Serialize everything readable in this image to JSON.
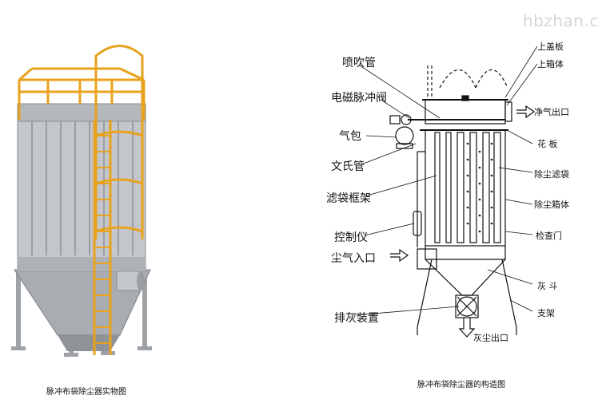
{
  "watermark": "hbzhan.c",
  "photo": {
    "caption": "脉冲布袋除尘器实物图",
    "colors": {
      "ladder": "#e8a21c",
      "body": "#b9bcc0",
      "frame": "#8d9196"
    }
  },
  "diagram": {
    "caption": "脉冲布袋除尘器的构造图",
    "labels_left": [
      "喷吹管",
      "电磁脉冲阀",
      "气包",
      "文氏管",
      "滤袋框架",
      "控制仪",
      "尘气入口",
      "排灰装置"
    ],
    "labels_right": [
      "上盖板",
      "上箱体",
      "净气出口",
      "花 板",
      "除尘滤袋",
      "除尘箱体",
      "检查门",
      "灰 斗",
      "支架"
    ],
    "outlet_label": "灰尘出口"
  }
}
